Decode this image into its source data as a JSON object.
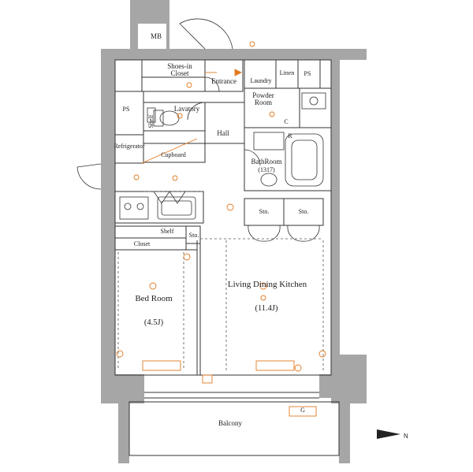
{
  "rooms": {
    "mb": "MB",
    "shoes_closet": "Shoes-in\nCloset",
    "entrance": "Entrance",
    "laundry": "Laundry",
    "linen": "Linen",
    "ps_right": "PS",
    "powder_room": "Powder\nRoom",
    "ps_left": "PS",
    "lavatory": "Lavatory",
    "shelf_vertical": "Shelf",
    "hall": "Hall",
    "refrigerator": "Refrigerator",
    "cupboard": "Cupboard",
    "bathroom": "BathRoom",
    "bathroom_size": "(1317)",
    "sto_1": "Sto.",
    "sto_2": "Sto.",
    "shelf": "Shelf",
    "sto_3": "Sto.",
    "closet": "Closet",
    "bedroom": "Bed Room",
    "bedroom_area": "(4.5J)",
    "ldk": "Living Dining Kitchen",
    "ldk_area": "(11.4J)",
    "balcony": "Balcony",
    "g_mark": "G",
    "c_mark": "C",
    "r_mark": "R"
  },
  "colors": {
    "wall": "#a6a6a6",
    "line": "#333333",
    "equipment": "#e07a1f",
    "background": "#ffffff"
  },
  "icons": [
    "north-arrow-icon",
    "stove-icon",
    "sink-icon",
    "toilet-icon",
    "bathtub-icon",
    "washbasin-icon"
  ]
}
